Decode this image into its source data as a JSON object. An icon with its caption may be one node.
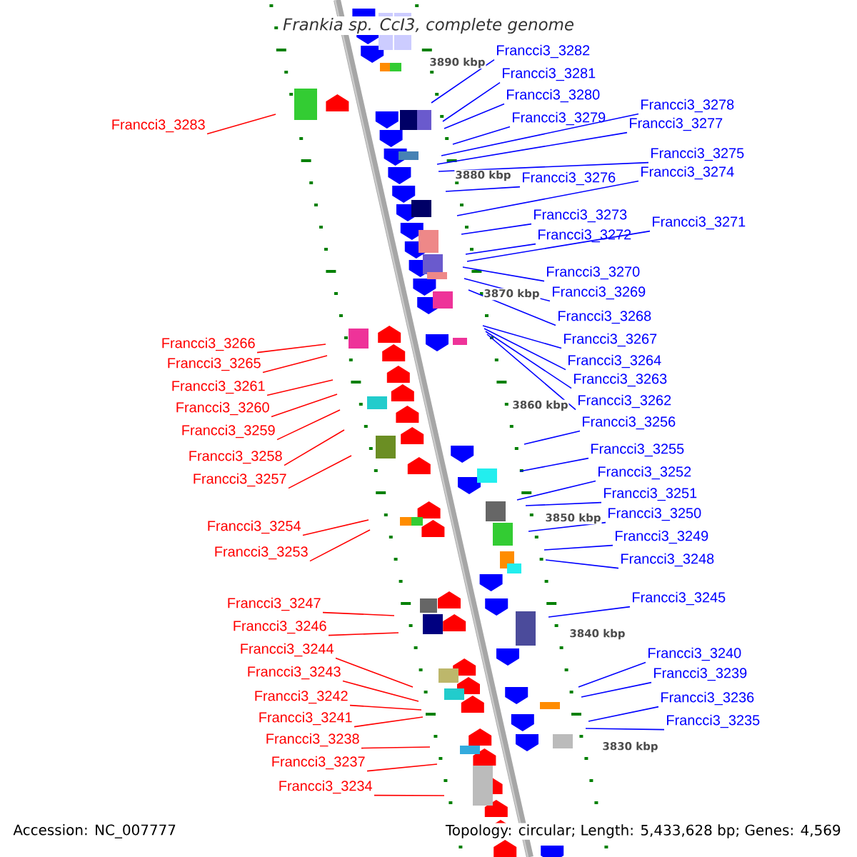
{
  "diagram": {
    "title": "Frankia sp. CcI3, complete genome",
    "nodes": [
      {
        "text": [
          "Francci3_3282"
        ]
      },
      {
        "text": [
          "Francci3_3281"
        ]
      },
      {
        "text": [
          "Francci3_3280"
        ]
      },
      {
        "text": [
          "Francci3_3279"
        ]
      },
      {
        "text": [
          "Francci3_3278"
        ]
      },
      {
        "text": [
          "Francci3_3277"
        ]
      },
      {
        "text": [
          "Francci3_3275"
        ]
      },
      {
        "text": [
          "Francci3_3276"
        ]
      },
      {
        "text": [
          "Francci3_3274"
        ]
      },
      {
        "text": [
          "Francci3_3273"
        ]
      },
      {
        "text": [
          "Francci3_3272"
        ]
      },
      {
        "text": [
          "Francci3_3271"
        ]
      },
      {
        "text": [
          "Francci3_3270"
        ]
      },
      {
        "text": [
          "Francci3_3269"
        ]
      },
      {
        "text": [
          "Francci3_3268"
        ]
      },
      {
        "text": [
          "Francci3_3267"
        ]
      },
      {
        "text": [
          "Francci3_3264"
        ]
      },
      {
        "text": [
          "Francci3_3263"
        ]
      },
      {
        "text": [
          "Francci3_3262"
        ]
      },
      {
        "text": [
          "Francci3_3256"
        ]
      },
      {
        "text": [
          "Francci3_3255"
        ]
      },
      {
        "text": [
          "Francci3_3252"
        ]
      },
      {
        "text": [
          "Francci3_3251"
        ]
      },
      {
        "text": [
          "Francci3_3250"
        ]
      },
      {
        "text": [
          "Francci3_3249"
        ]
      },
      {
        "text": [
          "Francci3_3248"
        ]
      },
      {
        "text": [
          "Francci3_3245"
        ]
      },
      {
        "text": [
          "Francci3_3240"
        ]
      },
      {
        "text": [
          "Francci3_3239"
        ]
      },
      {
        "text": [
          "Francci3_3236"
        ]
      },
      {
        "text": [
          "Francci3_3235"
        ]
      },
      {
        "text": [
          "Francci3_3283"
        ]
      },
      {
        "text": [
          "Francci3_3266"
        ]
      },
      {
        "text": [
          "Francci3_3265"
        ]
      },
      {
        "text": [
          "Francci3_3261"
        ]
      },
      {
        "text": [
          "Francci3_3260"
        ]
      },
      {
        "text": [
          "Francci3_3259"
        ]
      },
      {
        "text": [
          "Francci3_3258"
        ]
      },
      {
        "text": [
          "Francci3_3257"
        ]
      },
      {
        "text": [
          "Francci3_3254"
        ]
      },
      {
        "text": [
          "Francci3_3253"
        ]
      },
      {
        "text": [
          "Francci3_3247"
        ]
      },
      {
        "text": [
          "Francci3_3246"
        ]
      },
      {
        "text": [
          "Francci3_3244"
        ]
      },
      {
        "text": [
          "Francci3_3243"
        ]
      },
      {
        "text": [
          "Francci3_3242"
        ]
      },
      {
        "text": [
          "Francci3_3241"
        ]
      },
      {
        "text": [
          "Francci3_3238"
        ]
      },
      {
        "text": [
          "Francci3_3237"
        ]
      },
      {
        "text": [
          "Francci3_3234"
        ]
      }
    ],
    "edges": [
      {
        "from": 0,
        "to": null,
        "arrow": "none"
      },
      {
        "from": 1,
        "to": null,
        "arrow": "none"
      },
      {
        "from": 2,
        "to": null,
        "arrow": "none"
      },
      {
        "from": 3,
        "to": null,
        "arrow": "none"
      },
      {
        "from": 4,
        "to": null,
        "arrow": "none"
      },
      {
        "from": 5,
        "to": null,
        "arrow": "none"
      },
      {
        "from": 6,
        "to": null,
        "arrow": "none"
      },
      {
        "from": 7,
        "to": null,
        "arrow": "none"
      },
      {
        "from": 8,
        "to": null,
        "arrow": "none"
      },
      {
        "from": 9,
        "to": null,
        "arrow": "none"
      },
      {
        "from": 10,
        "to": null,
        "arrow": "none"
      },
      {
        "from": 11,
        "to": null,
        "arrow": "none"
      },
      {
        "from": 12,
        "to": null,
        "arrow": "none"
      },
      {
        "from": 13,
        "to": null,
        "arrow": "none"
      },
      {
        "from": 14,
        "to": null,
        "arrow": "none"
      },
      {
        "from": 15,
        "to": null,
        "arrow": "none"
      },
      {
        "from": 16,
        "to": null,
        "arrow": "none"
      },
      {
        "from": 17,
        "to": null,
        "arrow": "none"
      },
      {
        "from": 18,
        "to": null,
        "arrow": "none"
      },
      {
        "from": 19,
        "to": null,
        "arrow": "none"
      },
      {
        "from": 20,
        "to": null,
        "arrow": "none"
      },
      {
        "from": 21,
        "to": null,
        "arrow": "none"
      },
      {
        "from": 22,
        "to": null,
        "arrow": "none"
      },
      {
        "from": 23,
        "to": null,
        "arrow": "none"
      },
      {
        "from": 24,
        "to": null,
        "arrow": "none"
      },
      {
        "from": 25,
        "to": null,
        "arrow": "none"
      },
      {
        "from": 26,
        "to": null,
        "arrow": "none"
      },
      {
        "from": 27,
        "to": null,
        "arrow": "none"
      },
      {
        "from": 28,
        "to": null,
        "arrow": "none"
      },
      {
        "from": 29,
        "to": null,
        "arrow": "none"
      },
      {
        "from": 30,
        "to": null,
        "arrow": "none"
      },
      {
        "from": 31,
        "to": null,
        "arrow": "none",
        "color": "#ff0000"
      },
      {
        "from": 32,
        "to": null,
        "arrow": "none",
        "color": "#ff0000"
      },
      {
        "from": 33,
        "to": null,
        "arrow": "none",
        "color": "#ff0000"
      },
      {
        "from": 34,
        "to": null,
        "arrow": "none",
        "color": "#ff0000"
      },
      {
        "from": 35,
        "to": null,
        "arrow": "none",
        "color": "#ff0000"
      },
      {
        "from": 36,
        "to": null,
        "arrow": "none",
        "color": "#ff0000"
      },
      {
        "from": 37,
        "to": null,
        "arrow": "none",
        "color": "#ff0000"
      },
      {
        "from": 38,
        "to": null,
        "arrow": "none",
        "color": "#ff0000"
      },
      {
        "from": 39,
        "to": null,
        "arrow": "none",
        "color": "#ff0000"
      },
      {
        "from": 40,
        "to": null,
        "arrow": "none",
        "color": "#ff0000"
      },
      {
        "from": 41,
        "to": null,
        "arrow": "none",
        "color": "#ff0000"
      },
      {
        "from": 42,
        "to": null,
        "arrow": "none",
        "color": "#ff0000"
      },
      {
        "from": 43,
        "to": null,
        "arrow": "none",
        "color": "#ff0000"
      },
      {
        "from": 44,
        "to": null,
        "arrow": "none",
        "color": "#ff0000"
      },
      {
        "from": 45,
        "to": null,
        "arrow": "none",
        "color": "#ff0000"
      },
      {
        "from": 46,
        "to": null,
        "arrow": "none",
        "color": "#ff0000"
      },
      {
        "from": 47,
        "to": null,
        "arrow": "none",
        "color": "#ff0000"
      },
      {
        "from": 48,
        "to": null,
        "arrow": "none",
        "color": "#ff0000"
      },
      {
        "from": 49,
        "to": null,
        "arrow": "none",
        "color": "#ff0000"
      }
    ],
    "labels": [
      "3890 kbp",
      "3880 kbp",
      "3870 kbp",
      "3860 kbp",
      "3850 kbp",
      "3840 kbp",
      "3830 kbp",
      "Accession: NC_007777",
      "Topology: circular; Length: 5,433,628 bp; Genes: 4,569"
    ]
  }
}
